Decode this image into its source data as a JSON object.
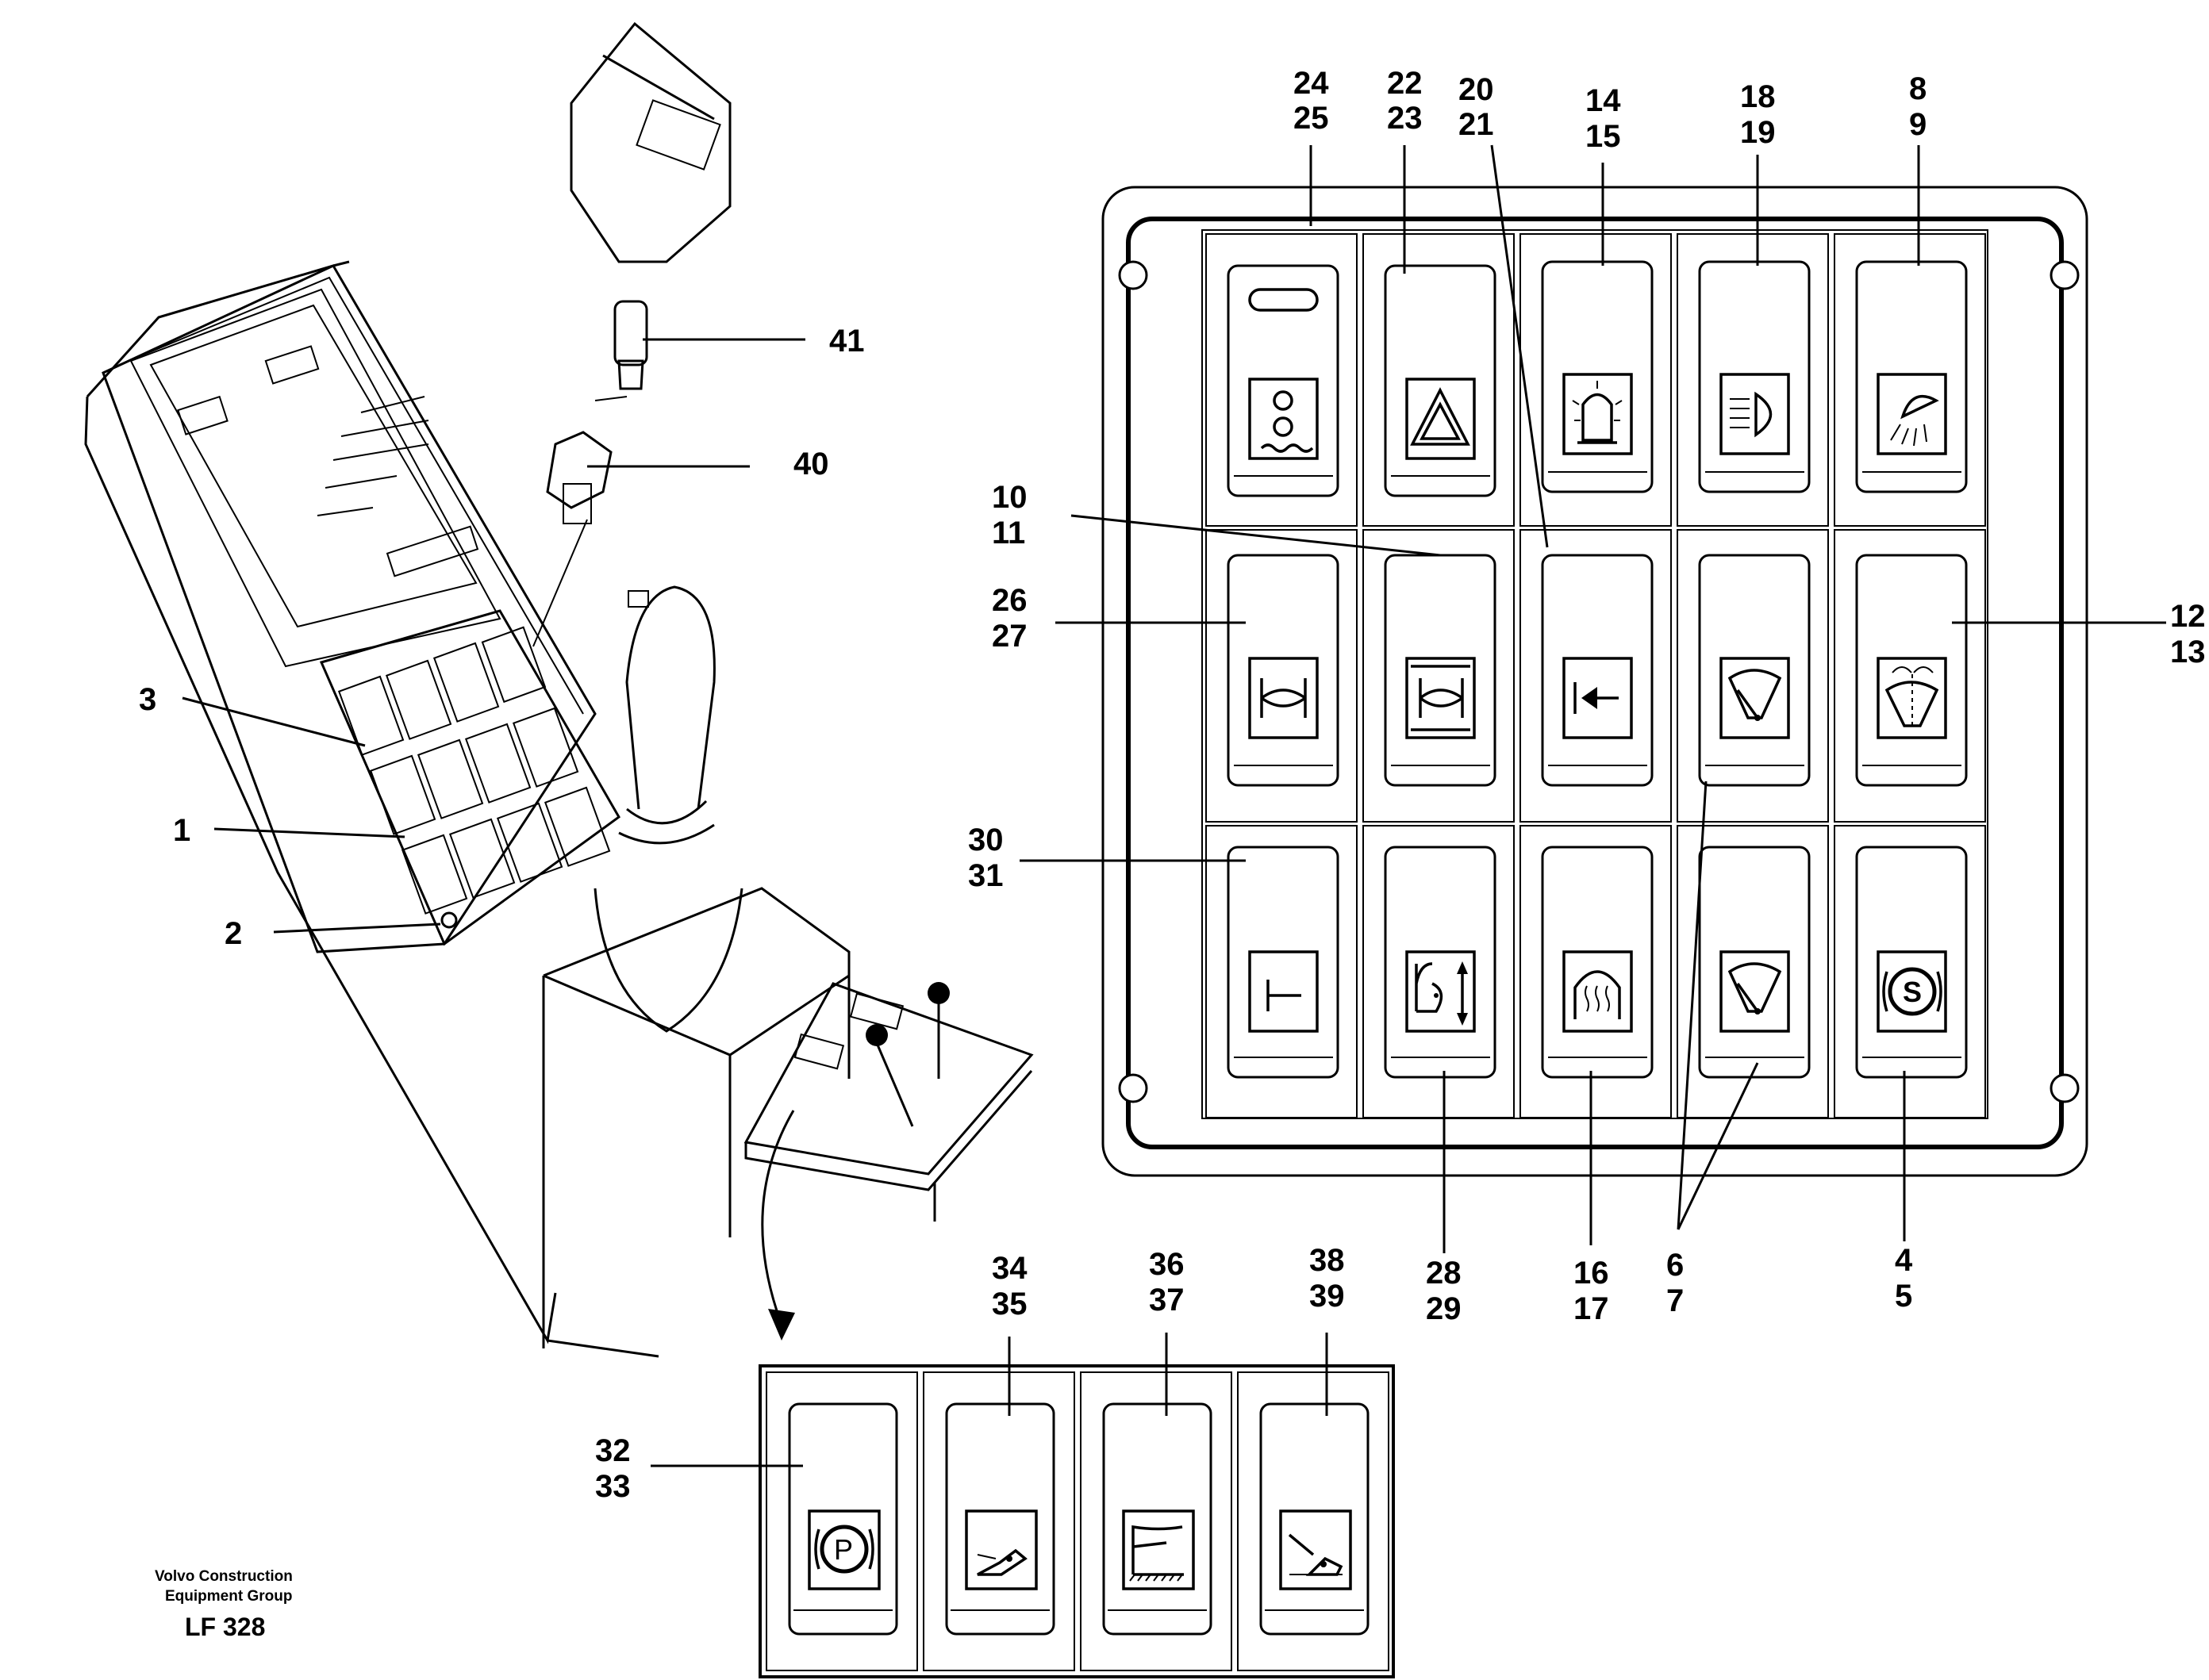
{
  "labels": {
    "n1": "1",
    "n2": "2",
    "n3": "3",
    "n40": "40",
    "n41": "41",
    "t24": "24",
    "b25": "25",
    "t22": "22",
    "b23": "23",
    "t20": "20",
    "b21": "21",
    "t14": "14",
    "b15": "15",
    "t18": "18",
    "b19": "19",
    "t8": "8",
    "b9": "9",
    "t10": "10",
    "b11": "11",
    "t26": "26",
    "b27": "27",
    "t12": "12",
    "b13": "13",
    "t30": "30",
    "b31": "31",
    "t28": "28",
    "b29": "29",
    "t16": "16",
    "b17": "17",
    "t6": "6",
    "b7": "7",
    "t4": "4",
    "b5": "5",
    "t34": "34",
    "b35": "35",
    "t36": "36",
    "b37": "37",
    "t38": "38",
    "b39": "39",
    "t32": "32",
    "b33": "33"
  },
  "footer": {
    "company_line1": "Volvo Construction",
    "company_line2": "Equipment Group",
    "code": "LF 328"
  },
  "icons": {
    "r1": [
      "gauge-drum-icon",
      "warning-triangle-icon",
      "beacon-icon",
      "headlight-icon",
      "worklight-icon"
    ],
    "r2": [
      "axle-lock-icon",
      "axle-frame-icon",
      "arrow-left-icon",
      "front-wiper-icon",
      "washer-wiper-icon"
    ],
    "r3": [
      "hammer-icon",
      "bucket-height-icon",
      "rear-defrost-icon",
      "rear-wiper-icon",
      "s-brake-icon"
    ],
    "bottom": [
      "parking-brake-icon",
      "boom-float-icon",
      "blade-icon",
      "bucket-float-icon"
    ]
  }
}
